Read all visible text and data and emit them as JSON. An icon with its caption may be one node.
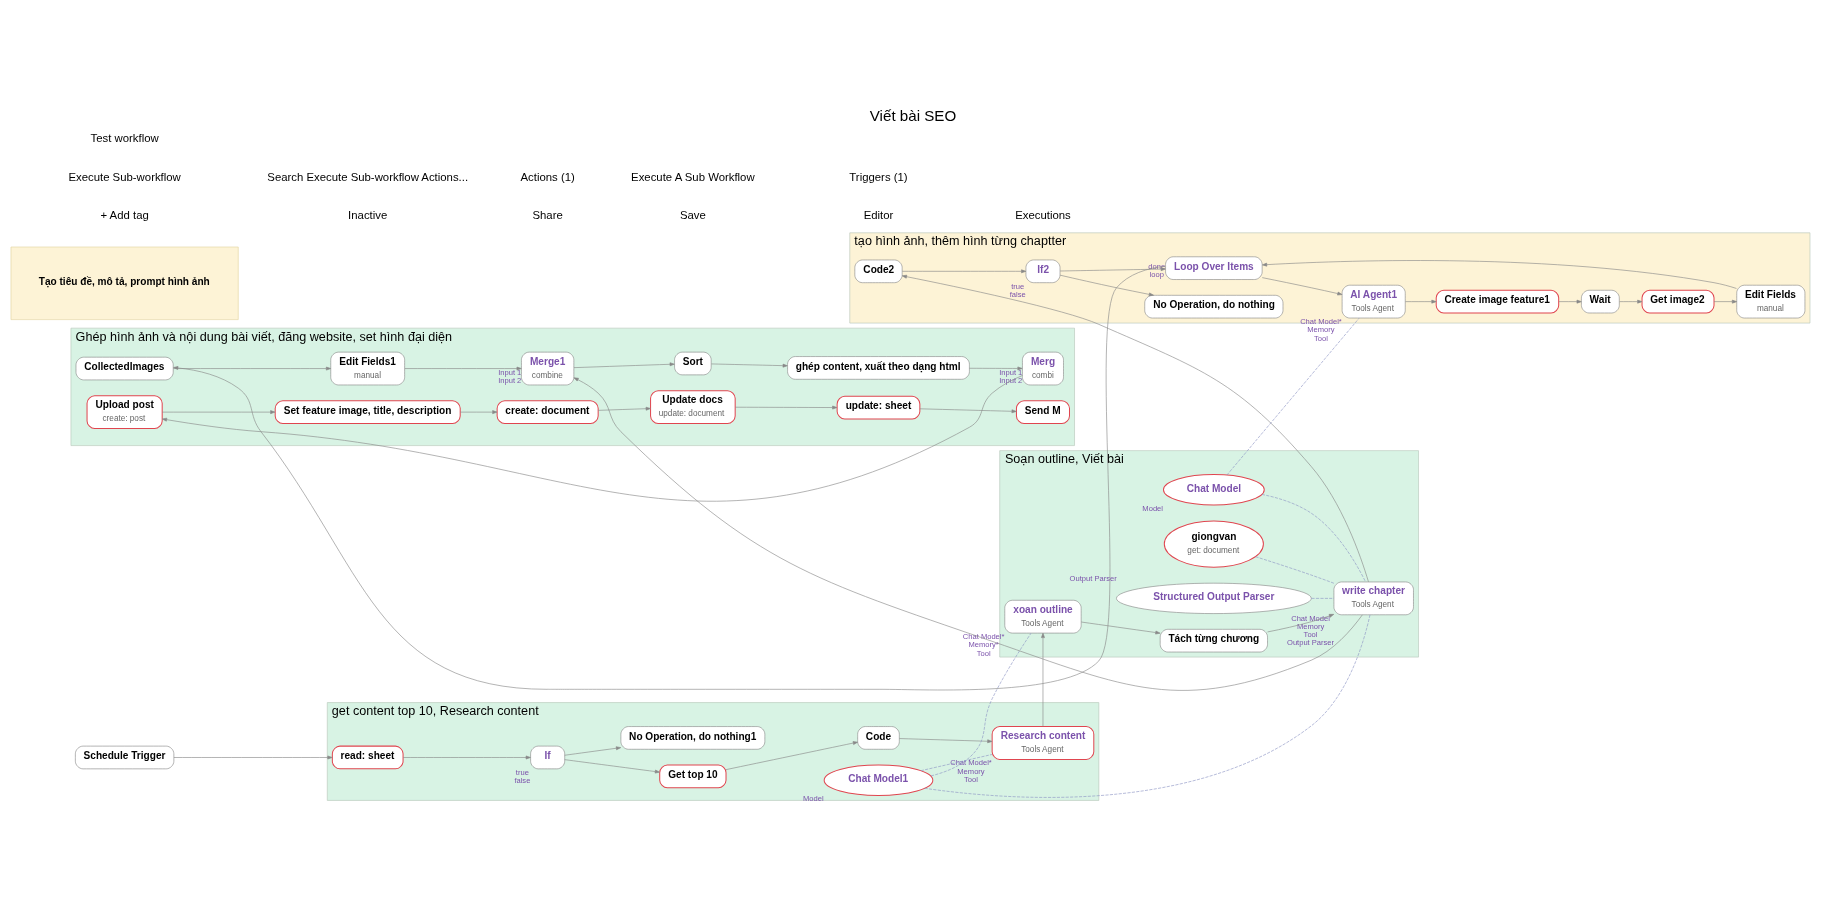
{
  "diagram": {
    "title": "Viết bài SEO",
    "nodes": [
      {
        "text": [
          "get content top 10, Research content"
        ]
      },
      {
        "text": [
          "Soạn outline, Viết bài"
        ]
      },
      {
        "text": [
          "tạo hình ảnh, thêm hình từng chaptter"
        ]
      },
      {
        "text": [
          "Tạo tiêu đề, mô tả, prompt hình ảnh"
        ]
      },
      {
        "text": [
          "Ghép hình ảnh và nội dung bài viết, đăng website, set hình đại diện"
        ]
      },
      {
        "text": [
          "Schedule Trigger"
        ]
      },
      {
        "text": [
          "read: sheet"
        ],
        "in": 0
      },
      {
        "text": [
          "If"
        ],
        "in": 0,
        "beside": [
          "true",
          "false"
        ]
      },
      {
        "text": [
          "Get top 10"
        ],
        "in": 0
      },
      {
        "text": [
          "Code"
        ],
        "in": 0
      },
      {
        "text": [
          "Research content",
          "Tools Agent"
        ],
        "in": 0,
        "beside": [
          "Chat Model*",
          "Memory",
          "Tool"
        ]
      },
      {
        "text": [
          "No Operation, do nothing1"
        ],
        "in": 0
      },
      {
        "text": [
          "Chat Model1"
        ],
        "in": 0,
        "beside": [
          "Model"
        ]
      },
      {
        "text": [
          "xoan outline",
          "Tools Agent"
        ],
        "in": 1,
        "beside": [
          "Chat Model*",
          "Memory*",
          "Tool"
        ]
      },
      {
        "text": [
          "Tách từng chương"
        ],
        "in": 1
      },
      {
        "text": [
          "write chapter",
          "Tools Agent"
        ],
        "in": 1,
        "beside": [
          "Chat Model",
          "Memory",
          "Tool",
          "Output Parser"
        ]
      },
      {
        "text": [
          "Chat Model"
        ],
        "in": 1,
        "beside": [
          "Model"
        ]
      },
      {
        "text": [
          "giongvan",
          "get: document"
        ],
        "in": 1
      },
      {
        "text": [
          "Structured Output Parser"
        ],
        "in": 1,
        "beside": [
          "Output Parser"
        ]
      },
      {
        "text": [
          "Code2"
        ],
        "in": 2
      },
      {
        "text": [
          "If2"
        ],
        "in": 2,
        "beside": [
          "true",
          "false"
        ]
      },
      {
        "text": [
          "No Operation, do nothing"
        ],
        "in": 2
      },
      {
        "text": [
          "Loop Over Items"
        ],
        "in": 2,
        "beside": [
          "done",
          "loop"
        ]
      },
      {
        "text": [
          "AI Agent1",
          "Tools Agent"
        ],
        "in": 2,
        "beside": [
          "Chat Model*",
          "Memory",
          "Tool"
        ]
      },
      {
        "text": [
          "Create image feature1"
        ],
        "in": 2
      },
      {
        "text": [
          "Wait"
        ],
        "in": 2
      },
      {
        "text": [
          "Get image2"
        ],
        "in": 2
      },
      {
        "text": [
          "Edit Fields",
          "manual"
        ],
        "in": 2
      },
      {
        "text": [
          "CollectedImages"
        ],
        "in": 4
      },
      {
        "text": [
          "Edit Fields1",
          "manual"
        ],
        "in": 4
      },
      {
        "text": [
          "Merge1",
          "combine"
        ],
        "in": 4,
        "beside": [
          "Input 1",
          "Input 2"
        ]
      },
      {
        "text": [
          "Sort"
        ],
        "in": 4
      },
      {
        "text": [
          "ghép content, xuất theo dạng html"
        ],
        "in": 4
      },
      {
        "text": [
          "Merg",
          "combi"
        ],
        "in": 4,
        "beside": [
          "Input 1",
          "Input 2"
        ]
      },
      {
        "text": [
          "Upload post",
          "create: post"
        ],
        "in": 4
      },
      {
        "text": [
          "Set feature image, title, description"
        ],
        "in": 4
      },
      {
        "text": [
          "create: document"
        ],
        "in": 4
      },
      {
        "text": [
          "Update docs",
          "update: document"
        ],
        "in": 4
      },
      {
        "text": [
          "update: sheet"
        ],
        "in": 4
      },
      {
        "text": [
          "Send M"
        ],
        "in": 4
      }
    ],
    "edges": [
      {
        "from": 5,
        "to": 6,
        "arrow": "to"
      },
      {
        "from": 6,
        "to": 7,
        "arrow": "to"
      },
      {
        "from": 7,
        "to": 8,
        "arrow": "to"
      },
      {
        "from": 7,
        "to": 11,
        "arrow": "to"
      },
      {
        "from": 8,
        "to": 9,
        "arrow": "to"
      },
      {
        "from": 9,
        "to": 10,
        "arrow": "to"
      },
      {
        "from": 10,
        "to": 13,
        "arrow": "to"
      },
      {
        "from": 13,
        "to": 14,
        "arrow": "to"
      },
      {
        "from": 14,
        "to": 15,
        "arrow": "to"
      },
      {
        "from": 15,
        "to": 19,
        "arrow": "to"
      },
      {
        "from": 15,
        "to": 30,
        "arrow": "to"
      },
      {
        "from": 19,
        "to": 20,
        "arrow": "to"
      },
      {
        "from": 20,
        "to": 22,
        "arrow": "to"
      },
      {
        "from": 20,
        "to": 21,
        "arrow": "to"
      },
      {
        "from": 22,
        "to": 28,
        "arrow": "to"
      },
      {
        "from": 22,
        "to": 23,
        "arrow": "to"
      },
      {
        "from": 23,
        "to": 24,
        "arrow": "to"
      },
      {
        "from": 24,
        "to": 25,
        "arrow": "to"
      },
      {
        "from": 25,
        "to": 26,
        "arrow": "to"
      },
      {
        "from": 26,
        "to": 27,
        "arrow": "to"
      },
      {
        "from": 27,
        "to": 22,
        "arrow": "to"
      },
      {
        "from": 28,
        "to": 29,
        "arrow": "to"
      },
      {
        "from": 29,
        "to": 30,
        "arrow": "to"
      },
      {
        "from": 30,
        "to": 31,
        "arrow": "to"
      },
      {
        "from": 31,
        "to": 32,
        "arrow": "to"
      },
      {
        "from": 32,
        "to": 33,
        "arrow": "to"
      },
      {
        "from": 33,
        "to": 34,
        "arrow": "to"
      },
      {
        "from": 34,
        "to": 35,
        "arrow": "to"
      },
      {
        "from": 35,
        "to": 36,
        "arrow": "to"
      },
      {
        "from": 36,
        "to": 37,
        "arrow": "to"
      },
      {
        "from": 37,
        "to": 38,
        "arrow": "to"
      },
      {
        "from": 38,
        "to": 39,
        "arrow": "to"
      },
      {
        "from": 12,
        "to": 10,
        "arrow": "none",
        "style": "dashed",
        "color": "#8c94c4"
      },
      {
        "from": 12,
        "to": 13,
        "arrow": "none",
        "style": "dashed",
        "color": "#8c94c4"
      },
      {
        "from": 12,
        "to": 15,
        "arrow": "none",
        "style": "dashed",
        "color": "#8c94c4"
      },
      {
        "from": 16,
        "to": 15,
        "arrow": "none",
        "style": "dashed",
        "color": "#8c94c4"
      },
      {
        "from": 16,
        "to": 23,
        "arrow": "none",
        "style": "dashed",
        "color": "#8c94c4"
      },
      {
        "from": 17,
        "to": 15,
        "arrow": "none",
        "style": "dashed",
        "color": "#8c94c4"
      },
      {
        "from": 18,
        "to": 15,
        "arrow": "none",
        "style": "dashed",
        "color": "#8c94c4"
      }
    ],
    "labels": [
      "+ Add tag",
      "Inactive",
      "Share",
      "Save",
      "Editor",
      "Executions",
      "Execute Sub-workflow",
      "Search Execute Sub-workflow Actions...",
      "Actions (1)",
      "Execute A Sub Workflow",
      "Triggers (1)",
      "Test workflow"
    ]
  }
}
